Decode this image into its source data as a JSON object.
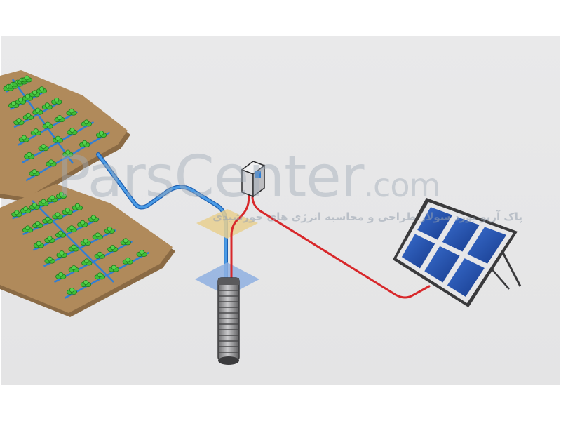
{
  "watermark": {
    "brand": "ParsCenter",
    "domain": ".com",
    "tagline": "پاک آریو یورد  سولار طراحی و محاسبه انرژی های خورشیدی"
  },
  "components": [
    {
      "id": "field",
      "icon": "crop-field-icon"
    },
    {
      "id": "pump",
      "icon": "submersible-pump-icon"
    },
    {
      "id": "controller",
      "icon": "pump-controller-icon"
    },
    {
      "id": "panel",
      "icon": "solar-panel-icon"
    }
  ],
  "field": {
    "plots": 2,
    "plot_shape": [
      {
        "rows": 5,
        "cols": 5
      },
      {
        "rows": 5,
        "cols": 6
      }
    ]
  },
  "colors": {
    "background": "#e7e7e8",
    "soil": "#b08a5b",
    "soil_dark": "#8a6a44",
    "plant": "#3fbf3a",
    "water_pipe": "#2f7fd6",
    "power_cable": "#d8282b",
    "panel_cell": "#1f4fa8",
    "panel_frame": "#3a3a3c",
    "pump_body": "#8a8a8a",
    "well_marker": "#8fb0e0",
    "controller_marker": "#e8cf8f"
  }
}
